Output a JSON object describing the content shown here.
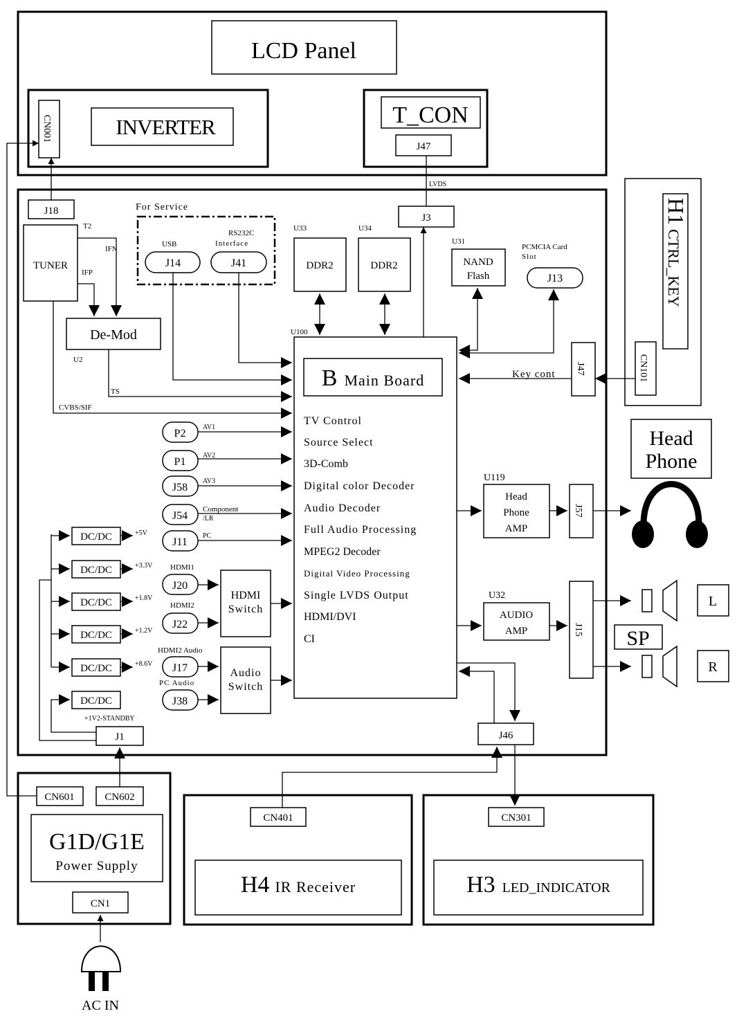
{
  "modules": {
    "lcd_panel": "LCD Panel",
    "inverter": "INVERTER",
    "t_con": "T_CON",
    "main_board_letter": "B",
    "main_board": "Main Board",
    "ctrl_key_letter": "H1",
    "ctrl_key": "CTRL_KEY",
    "power_letter": "G1D/G1E",
    "power": "Power Supply",
    "ir_letter": "H4",
    "ir": "IR Receiver",
    "led_letter": "H3",
    "led": "LED_INDICATOR",
    "headphone_line1": "Head",
    "headphone_line2": "Phone",
    "sp": "SP",
    "sp_l": "L",
    "sp_r": "R",
    "ac_in": "AC IN"
  },
  "connectors": {
    "cn001": "CN001",
    "j47_tcon": "J47",
    "j18": "J18",
    "j3": "J3",
    "j47_key": "J47",
    "cn101": "CN101",
    "j14": "J14",
    "j41": "J41",
    "j13": "J13",
    "p2": "P2",
    "p1": "P1",
    "j58": "J58",
    "j54": "J54",
    "j11": "J11",
    "j20": "J20",
    "j22": "J22",
    "j17": "J17",
    "j38": "J38",
    "j57": "J57",
    "j15": "J15",
    "j46": "J46",
    "j1": "J1",
    "cn601": "CN601",
    "cn602": "CN602",
    "cn1": "CN1",
    "cn401": "CN401",
    "cn301": "CN301"
  },
  "blocks": {
    "tuner": "TUNER",
    "demod": "De-Mod",
    "ddr2_a": "DDR2",
    "ddr2_b": "DDR2",
    "nand_line1": "NAND",
    "nand_line2": "Flash",
    "hdmi_sw_line1": "HDMI",
    "hdmi_sw_line2": "Switch",
    "audio_sw_line1": "Audio",
    "audio_sw_line2": "Switch",
    "hp_amp_line1": "Head",
    "hp_amp_line2": "Phone",
    "hp_amp_line3": "AMP",
    "audio_amp_line1": "AUDIO",
    "audio_amp_line2": "AMP",
    "dcdc": [
      "DC/DC",
      "DC/DC",
      "DC/DC",
      "DC/DC",
      "DC/DC",
      "DC/DC"
    ]
  },
  "refs": {
    "t2": "T2",
    "u2": "U2",
    "u33": "U33",
    "u34": "U34",
    "u31": "U31",
    "u100": "U100",
    "u119": "U119",
    "u32": "U32"
  },
  "signals": {
    "lvds": "LVDS",
    "for_service": "For Service",
    "usb": "USB",
    "rs232_line1": "RS232C",
    "rs232_line2": "Interface",
    "pcmcia_line1": "PCMCIA Card",
    "pcmcia_line2": "Slot",
    "ifn": "IFN",
    "ifp": "IFP",
    "ts": "TS",
    "cvbs": "CVBS/SIF",
    "key_cont": "Key cont",
    "av1": "AV1",
    "av2": "AV2",
    "av3": "AV3",
    "component_line1": "Component",
    "component_line2": "/LR",
    "pc": "PC",
    "hdmi1": "HDMI1",
    "hdmi2": "HDMI2",
    "hdmi2_audio": "HDMI2 Audio",
    "pc_audio": "PC Audio",
    "v5": "+5V",
    "v33": "+3.3V",
    "v18": "+1.8V",
    "v12": "+1.2V",
    "v86": "+8.6V",
    "standby": "+1V2-STANDBY"
  },
  "main_features": [
    "TV Control",
    "Source Select",
    "3D-Comb",
    "Digital color Decoder",
    "Audio Decoder",
    "Full Audio Processing",
    "MPEG2 Decoder",
    "Digital Video Processing",
    "Single LVDS Output",
    "HDMI/DVI",
    "CI"
  ]
}
